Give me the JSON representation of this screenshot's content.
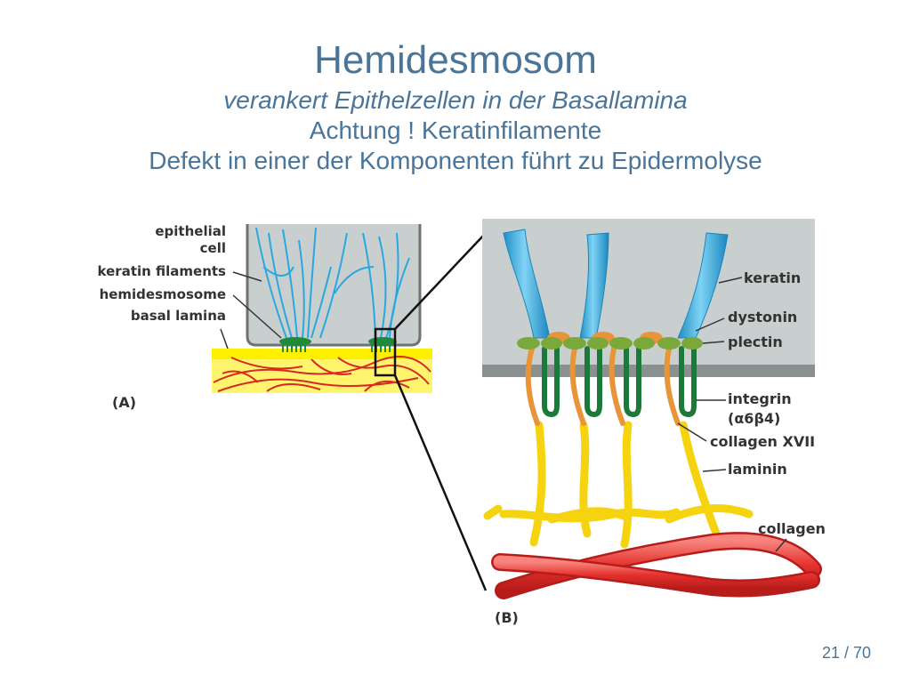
{
  "slide": {
    "title": "Hemidesmosom",
    "subtitle_1": "verankert Epithelzellen in der Basallamina",
    "subtitle_2": "Achtung ! Keratinfilamente",
    "subtitle_3": "Defekt in einer der Komponenten führt zu Epidermolyse"
  },
  "panel_a": {
    "label": "(A)",
    "epithelial": "epithelial",
    "cell": "cell",
    "keratin_filaments": "keratin filaments",
    "hemidesmosome": "hemidesmosome",
    "basal_lamina": "basal lamina"
  },
  "panel_b": {
    "label": "(B)",
    "keratin": "keratin",
    "dystonin": "dystonin",
    "plectin": "plectin",
    "integrin": "integrin",
    "integrin_sub": "(α6β4)",
    "collagen_xvii": "collagen XVII",
    "laminin": "laminin",
    "collagen": "collagen"
  },
  "colors": {
    "title": "#4a7599",
    "cell_fill": "#c9cfcf",
    "keratin_blue": "#29a8df",
    "basal_yellow": "#fff000",
    "collagen_red": "#e5302c",
    "integrin_green": "#1b7a3a",
    "plectin_green": "#7aa83a",
    "collagen_xvii_orange": "#e8953a",
    "laminin_yellow": "#f5d40f"
  },
  "footer": {
    "page": "21 / 70"
  }
}
